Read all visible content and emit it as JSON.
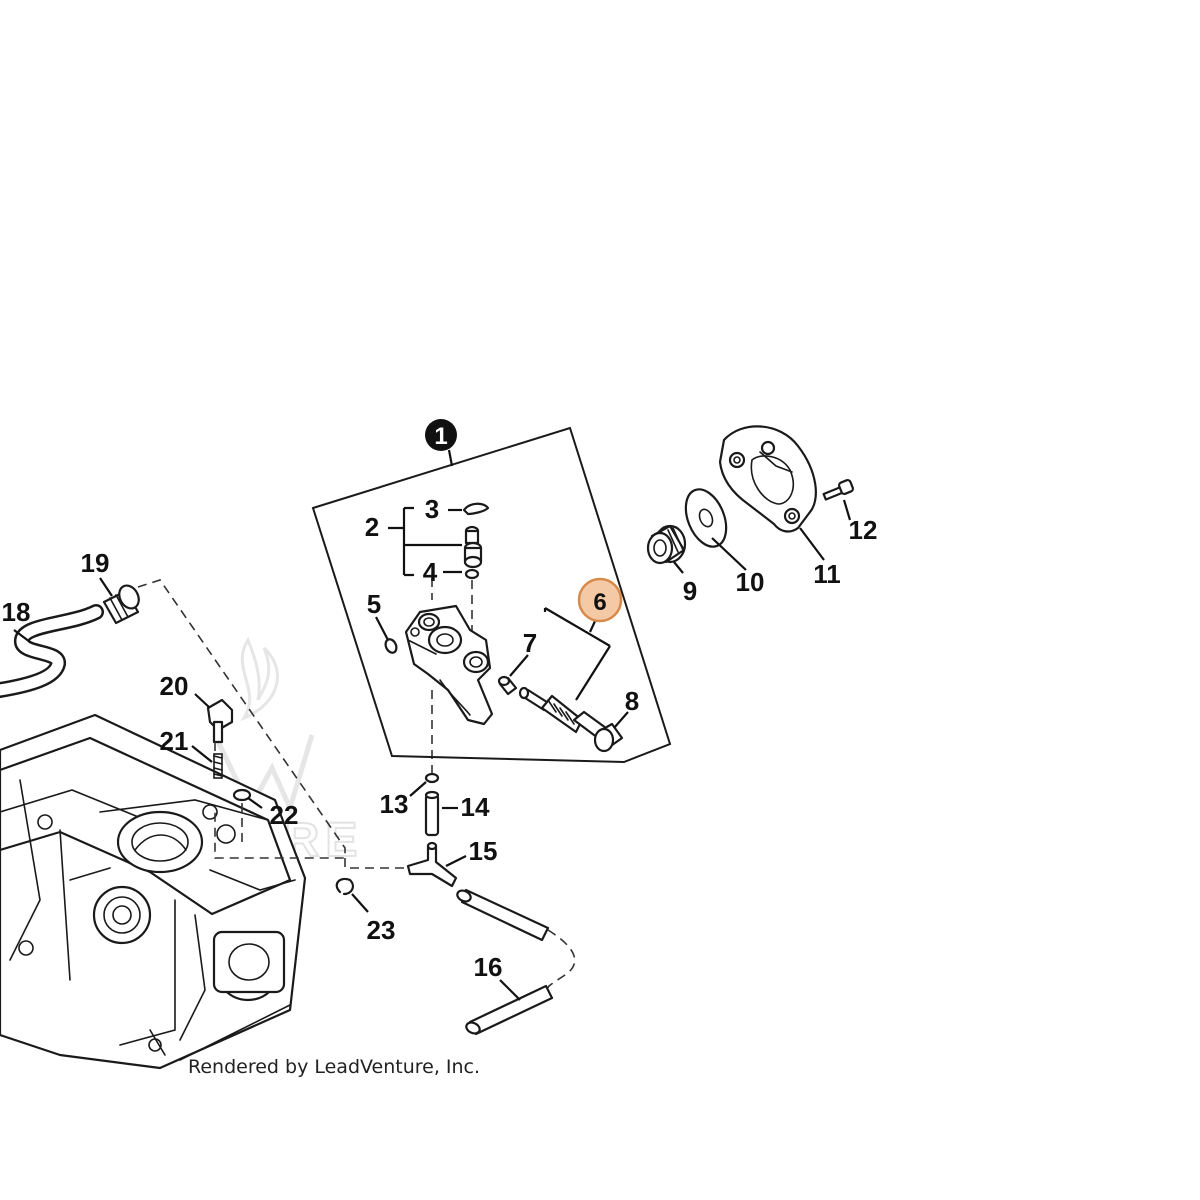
{
  "diagram": {
    "highlighted_callout": "6",
    "highlight_color": "#f3c9a6",
    "highlight_border": "#d98a4a",
    "dark_callout": "1",
    "dark_callout_color": "#111111",
    "labels": {
      "p1": "1",
      "p2": "2",
      "p3": "3",
      "p4": "4",
      "p5": "5",
      "p6": "6",
      "p7": "7",
      "p8": "8",
      "p9": "9",
      "p10": "10",
      "p11": "11",
      "p12": "12",
      "p13": "13",
      "p14": "14",
      "p15": "15",
      "p16": "16",
      "p18": "18",
      "p19": "19",
      "p20": "20",
      "p21": "21",
      "p22": "22",
      "p23": "23"
    },
    "watermark_text": "VENTURE",
    "credit": "Rendered by LeadVenture, Inc."
  }
}
